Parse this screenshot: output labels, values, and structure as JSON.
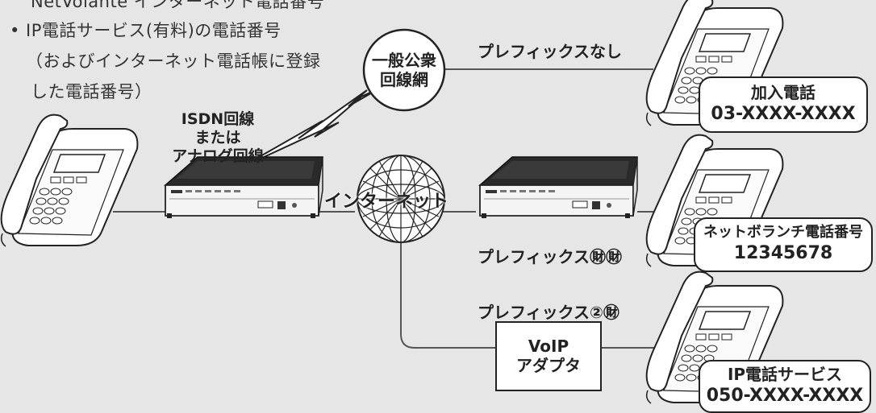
{
  "notes": {
    "line0": "NetVolante インターネット電話番号",
    "line1": "• IP電話サービス(有料)の電話番号",
    "line2": "（およびインターネット電話帳に登録",
    "line3": "した電話番号）"
  },
  "network": {
    "public_line": [
      "一般公衆",
      "回線網"
    ],
    "isdn": [
      "ISDN回線",
      "または",
      "アナログ回線"
    ],
    "internet": "インターネット"
  },
  "prefixes": {
    "none": "プレフィックスなし",
    "hash": "プレフィックス㊖㊖",
    "two_hash": "プレフィックス②㊖"
  },
  "adapter": [
    "VoIP",
    "アダプタ"
  ],
  "callouts": {
    "subscriber": {
      "title": "加入電話",
      "number": "03-XXXX-XXXX"
    },
    "netbranch": {
      "title": "ネットボランチ電話番号",
      "number": "12345678"
    },
    "ip_phone": {
      "title": "IP電話サービス",
      "number": "050-XXXX-XXXX"
    }
  },
  "colors": {
    "background": "#e6e6e6",
    "line": "#555555",
    "stroke": "#222222",
    "device_top": "#2a2a2a"
  }
}
